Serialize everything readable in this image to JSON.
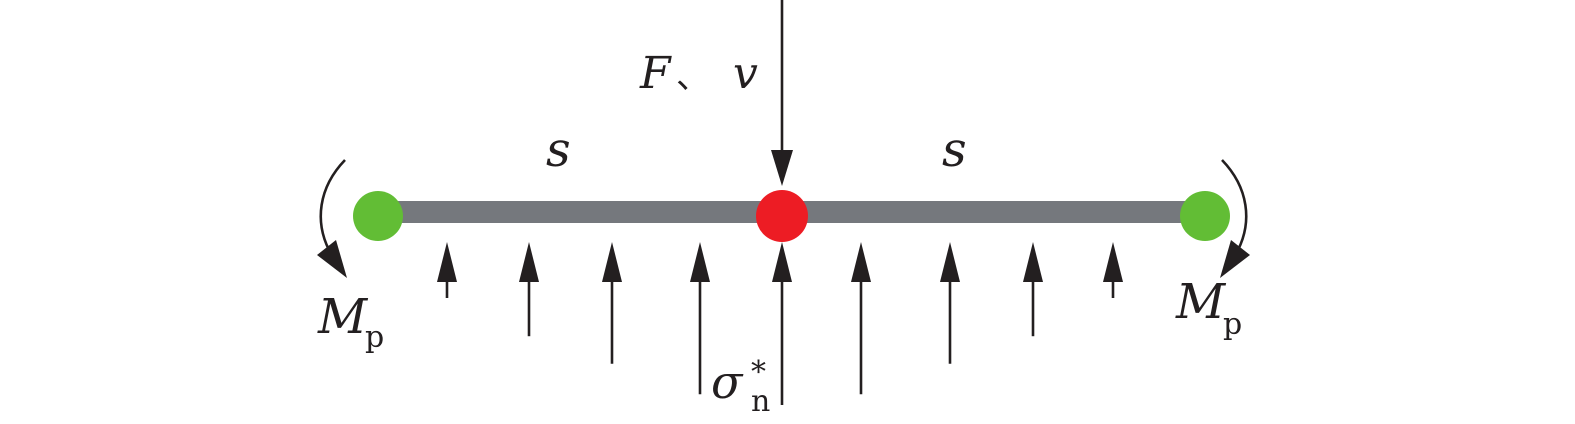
{
  "labels": {
    "force_F": "F",
    "force_sep": "、",
    "force_v": "v",
    "span_left": "s",
    "span_right": "s",
    "moment_left": "M",
    "moment_left_sub": "p",
    "moment_right": "M",
    "moment_right_sub": "p",
    "stress": "σ",
    "stress_sub": "n",
    "stress_sup": "*"
  },
  "colors": {
    "beam": "#75787d",
    "hinge_end": "#62bd35",
    "hinge_center": "#ed1c24",
    "arrow": "#231f20"
  },
  "distributed_load_relative_magnitudes": [
    0.3,
    0.55,
    0.73,
    0.93,
    1.0,
    0.93,
    0.73,
    0.55,
    0.3
  ]
}
